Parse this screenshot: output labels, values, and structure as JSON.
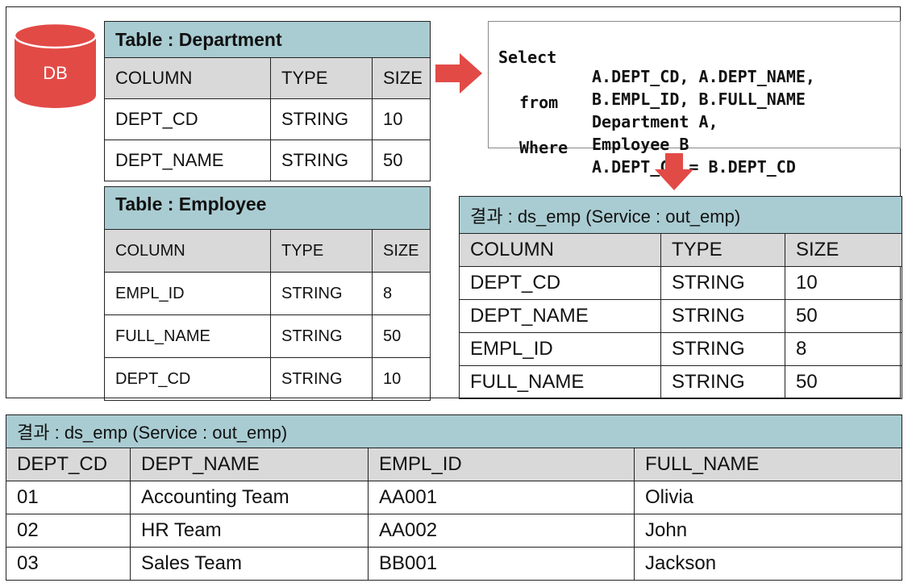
{
  "colors": {
    "accent_red": "#e24a46",
    "title_fill": "#a9ccd2",
    "header_fill": "#d9d9d9"
  },
  "db": {
    "label": "DB",
    "icon": "database-cylinder-icon"
  },
  "department_table": {
    "title": "Table : Department",
    "columns": [
      "COLUMN",
      "TYPE",
      "SIZE"
    ],
    "rows": [
      [
        "DEPT_CD",
        "STRING",
        "10"
      ],
      [
        "DEPT_NAME",
        "STRING",
        "50"
      ]
    ]
  },
  "employee_table": {
    "title": "Table : Employee",
    "columns": [
      "COLUMN",
      "TYPE",
      "SIZE"
    ],
    "rows": [
      [
        "EMPL_ID",
        "STRING",
        "8"
      ],
      [
        "FULL_NAME",
        "STRING",
        "50"
      ],
      [
        "DEPT_CD",
        "STRING",
        "10"
      ]
    ]
  },
  "sql": {
    "lines": [
      {
        "keyword": "Select",
        "text": "A.DEPT_CD, A.DEPT_NAME,"
      },
      {
        "keyword": "",
        "text": "B.EMPL_ID, B.FULL_NAME"
      },
      {
        "keyword": "from",
        "text": "Department A,"
      },
      {
        "keyword": "",
        "text": "Employee B"
      },
      {
        "keyword": "Where",
        "text": "A.DEPT_CD = B.DEPT_CD"
      }
    ]
  },
  "result_schema": {
    "title": "결과 : ds_emp (Service : out_emp)",
    "columns": [
      "COLUMN",
      "TYPE",
      "SIZE"
    ],
    "rows": [
      [
        "DEPT_CD",
        "STRING",
        "10"
      ],
      [
        "DEPT_NAME",
        "STRING",
        "50"
      ],
      [
        "EMPL_ID",
        "STRING",
        "8"
      ],
      [
        "FULL_NAME",
        "STRING",
        "50"
      ]
    ]
  },
  "result_data": {
    "title": "결과 : ds_emp (Service : out_emp)",
    "columns": [
      "DEPT_CD",
      "DEPT_NAME",
      "EMPL_ID",
      "FULL_NAME"
    ],
    "rows": [
      [
        "01",
        "Accounting Team",
        "AA001",
        "Olivia"
      ],
      [
        "02",
        "HR Team",
        "AA002",
        "John"
      ],
      [
        "03",
        "Sales Team",
        "BB001",
        "Jackson"
      ]
    ]
  }
}
